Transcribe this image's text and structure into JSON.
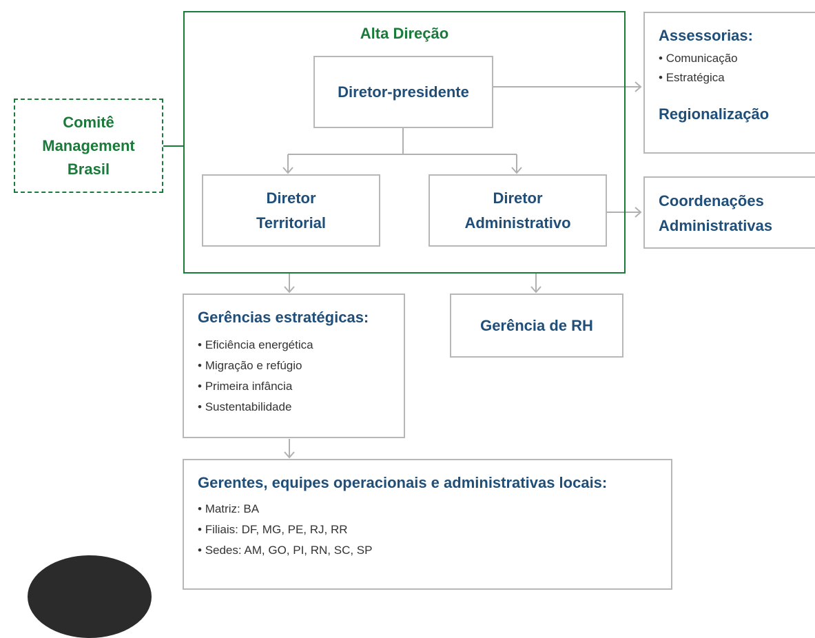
{
  "committee": {
    "lines": [
      "Comitê",
      "Management",
      "Brasil"
    ]
  },
  "top_management": {
    "title": "Alta Direção",
    "president": "Diretor-presidente",
    "territorial": [
      "Diretor",
      "Territorial"
    ],
    "administrative": [
      "Diretor",
      "Administrativo"
    ]
  },
  "advisory": {
    "title": "Assessorias:",
    "items": [
      "Comunicação",
      "Estratégica"
    ],
    "regionalization": "Regionalização"
  },
  "coordinations": {
    "lines": [
      "Coordenações",
      "Administrativas"
    ]
  },
  "strategic_management": {
    "title": "Gerências estratégicas:",
    "items": [
      "Eficiência energética",
      "Migração e refúgio",
      "Primeira infância",
      "Sustentabilidade"
    ]
  },
  "hr": {
    "title": "Gerência de RH"
  },
  "local_teams": {
    "title": "Gerentes, equipes operacionais e administrativas locais:",
    "items": [
      "Matriz: BA",
      "Filiais: DF, MG, PE, RJ, RR",
      "Sedes: AM, GO, PI, RN, SC, SP"
    ]
  }
}
